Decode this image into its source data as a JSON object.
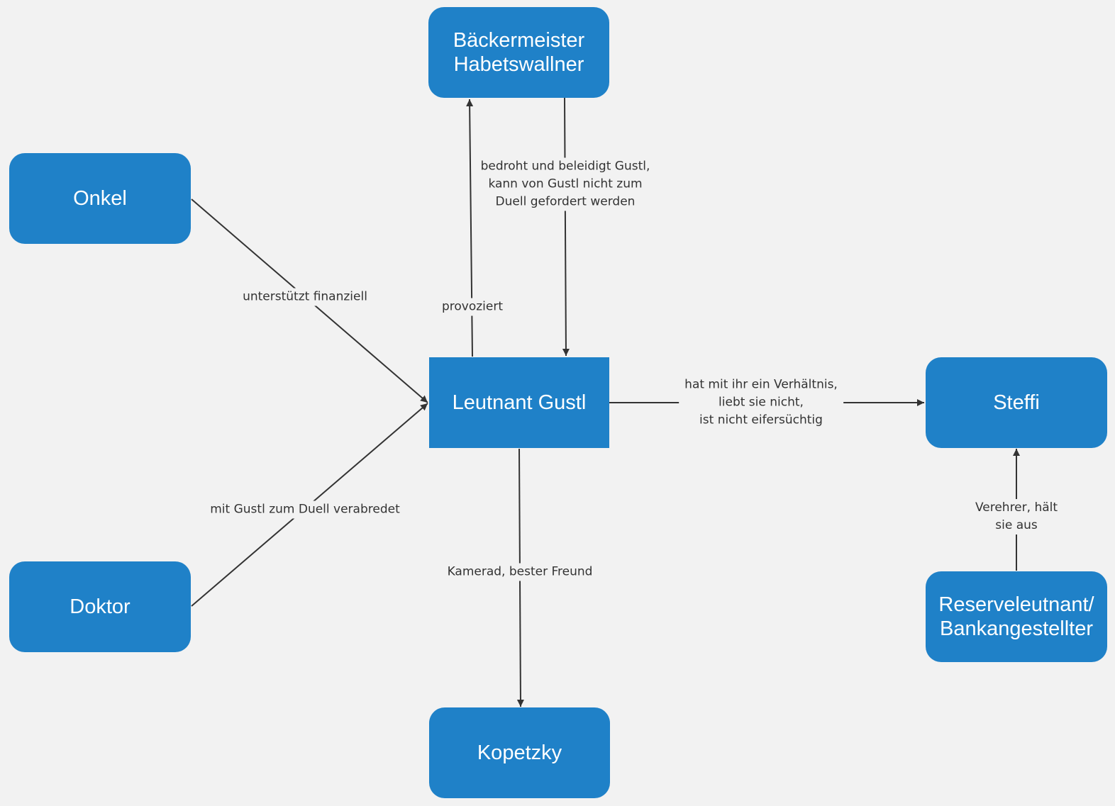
{
  "colors": {
    "background": "#f2f2f2",
    "node_fill": "#1f81c8",
    "node_text": "#ffffff",
    "edge": "#333333",
    "label_text": "#333333"
  },
  "nodes": {
    "baecker": "Bäckermeister\nHabetswallner",
    "onkel": "Onkel",
    "gustl": "Leutnant Gustl",
    "steffi": "Steffi",
    "doktor": "Doktor",
    "reserve": "Reserveleutnant/\nBankangestellter",
    "kopetzky": "Kopetzky"
  },
  "edges": [
    {
      "from": "gustl",
      "to": "baecker",
      "label": "provoziert"
    },
    {
      "from": "baecker",
      "to": "gustl",
      "label": "bedroht und beleidigt Gustl,\nkann von Gustl nicht zum\nDuell gefordert werden"
    },
    {
      "from": "onkel",
      "to": "gustl",
      "label": "unterstützt finanziell"
    },
    {
      "from": "doktor",
      "to": "gustl",
      "label": "mit Gustl zum Duell verabredet"
    },
    {
      "from": "gustl",
      "to": "steffi",
      "label": "hat mit ihr ein Verhältnis,\nliebt sie nicht,\nist nicht eifersüchtig"
    },
    {
      "from": "reserve",
      "to": "steffi",
      "label": "Verehrer, hält sie aus"
    },
    {
      "from": "gustl",
      "to": "kopetzky",
      "label": "Kamerad, bester Freund"
    }
  ]
}
